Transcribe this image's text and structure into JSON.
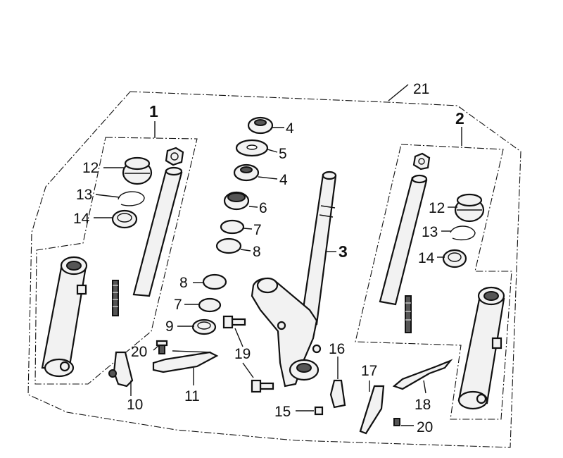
{
  "callouts": [
    {
      "id": "c1",
      "text": "1"
    },
    {
      "id": "c2",
      "text": "2"
    },
    {
      "id": "c3",
      "text": "3"
    },
    {
      "id": "c4a",
      "text": "4"
    },
    {
      "id": "c4b",
      "text": "4"
    },
    {
      "id": "c5",
      "text": "5"
    },
    {
      "id": "c6",
      "text": "6"
    },
    {
      "id": "c7a",
      "text": "7"
    },
    {
      "id": "c7b",
      "text": "7"
    },
    {
      "id": "c8a",
      "text": "8"
    },
    {
      "id": "c8b",
      "text": "8"
    },
    {
      "id": "c9",
      "text": "9"
    },
    {
      "id": "c10",
      "text": "10"
    },
    {
      "id": "c11",
      "text": "11"
    },
    {
      "id": "c12a",
      "text": "12"
    },
    {
      "id": "c12b",
      "text": "12"
    },
    {
      "id": "c13a",
      "text": "13"
    },
    {
      "id": "c13b",
      "text": "13"
    },
    {
      "id": "c14a",
      "text": "14"
    },
    {
      "id": "c14b",
      "text": "14"
    },
    {
      "id": "c15",
      "text": "15"
    },
    {
      "id": "c16",
      "text": "16"
    },
    {
      "id": "c17",
      "text": "17"
    },
    {
      "id": "c18",
      "text": "18"
    },
    {
      "id": "c19",
      "text": "19"
    },
    {
      "id": "c20a",
      "text": "20"
    },
    {
      "id": "c20b",
      "text": "20"
    },
    {
      "id": "c21",
      "text": "21"
    }
  ]
}
